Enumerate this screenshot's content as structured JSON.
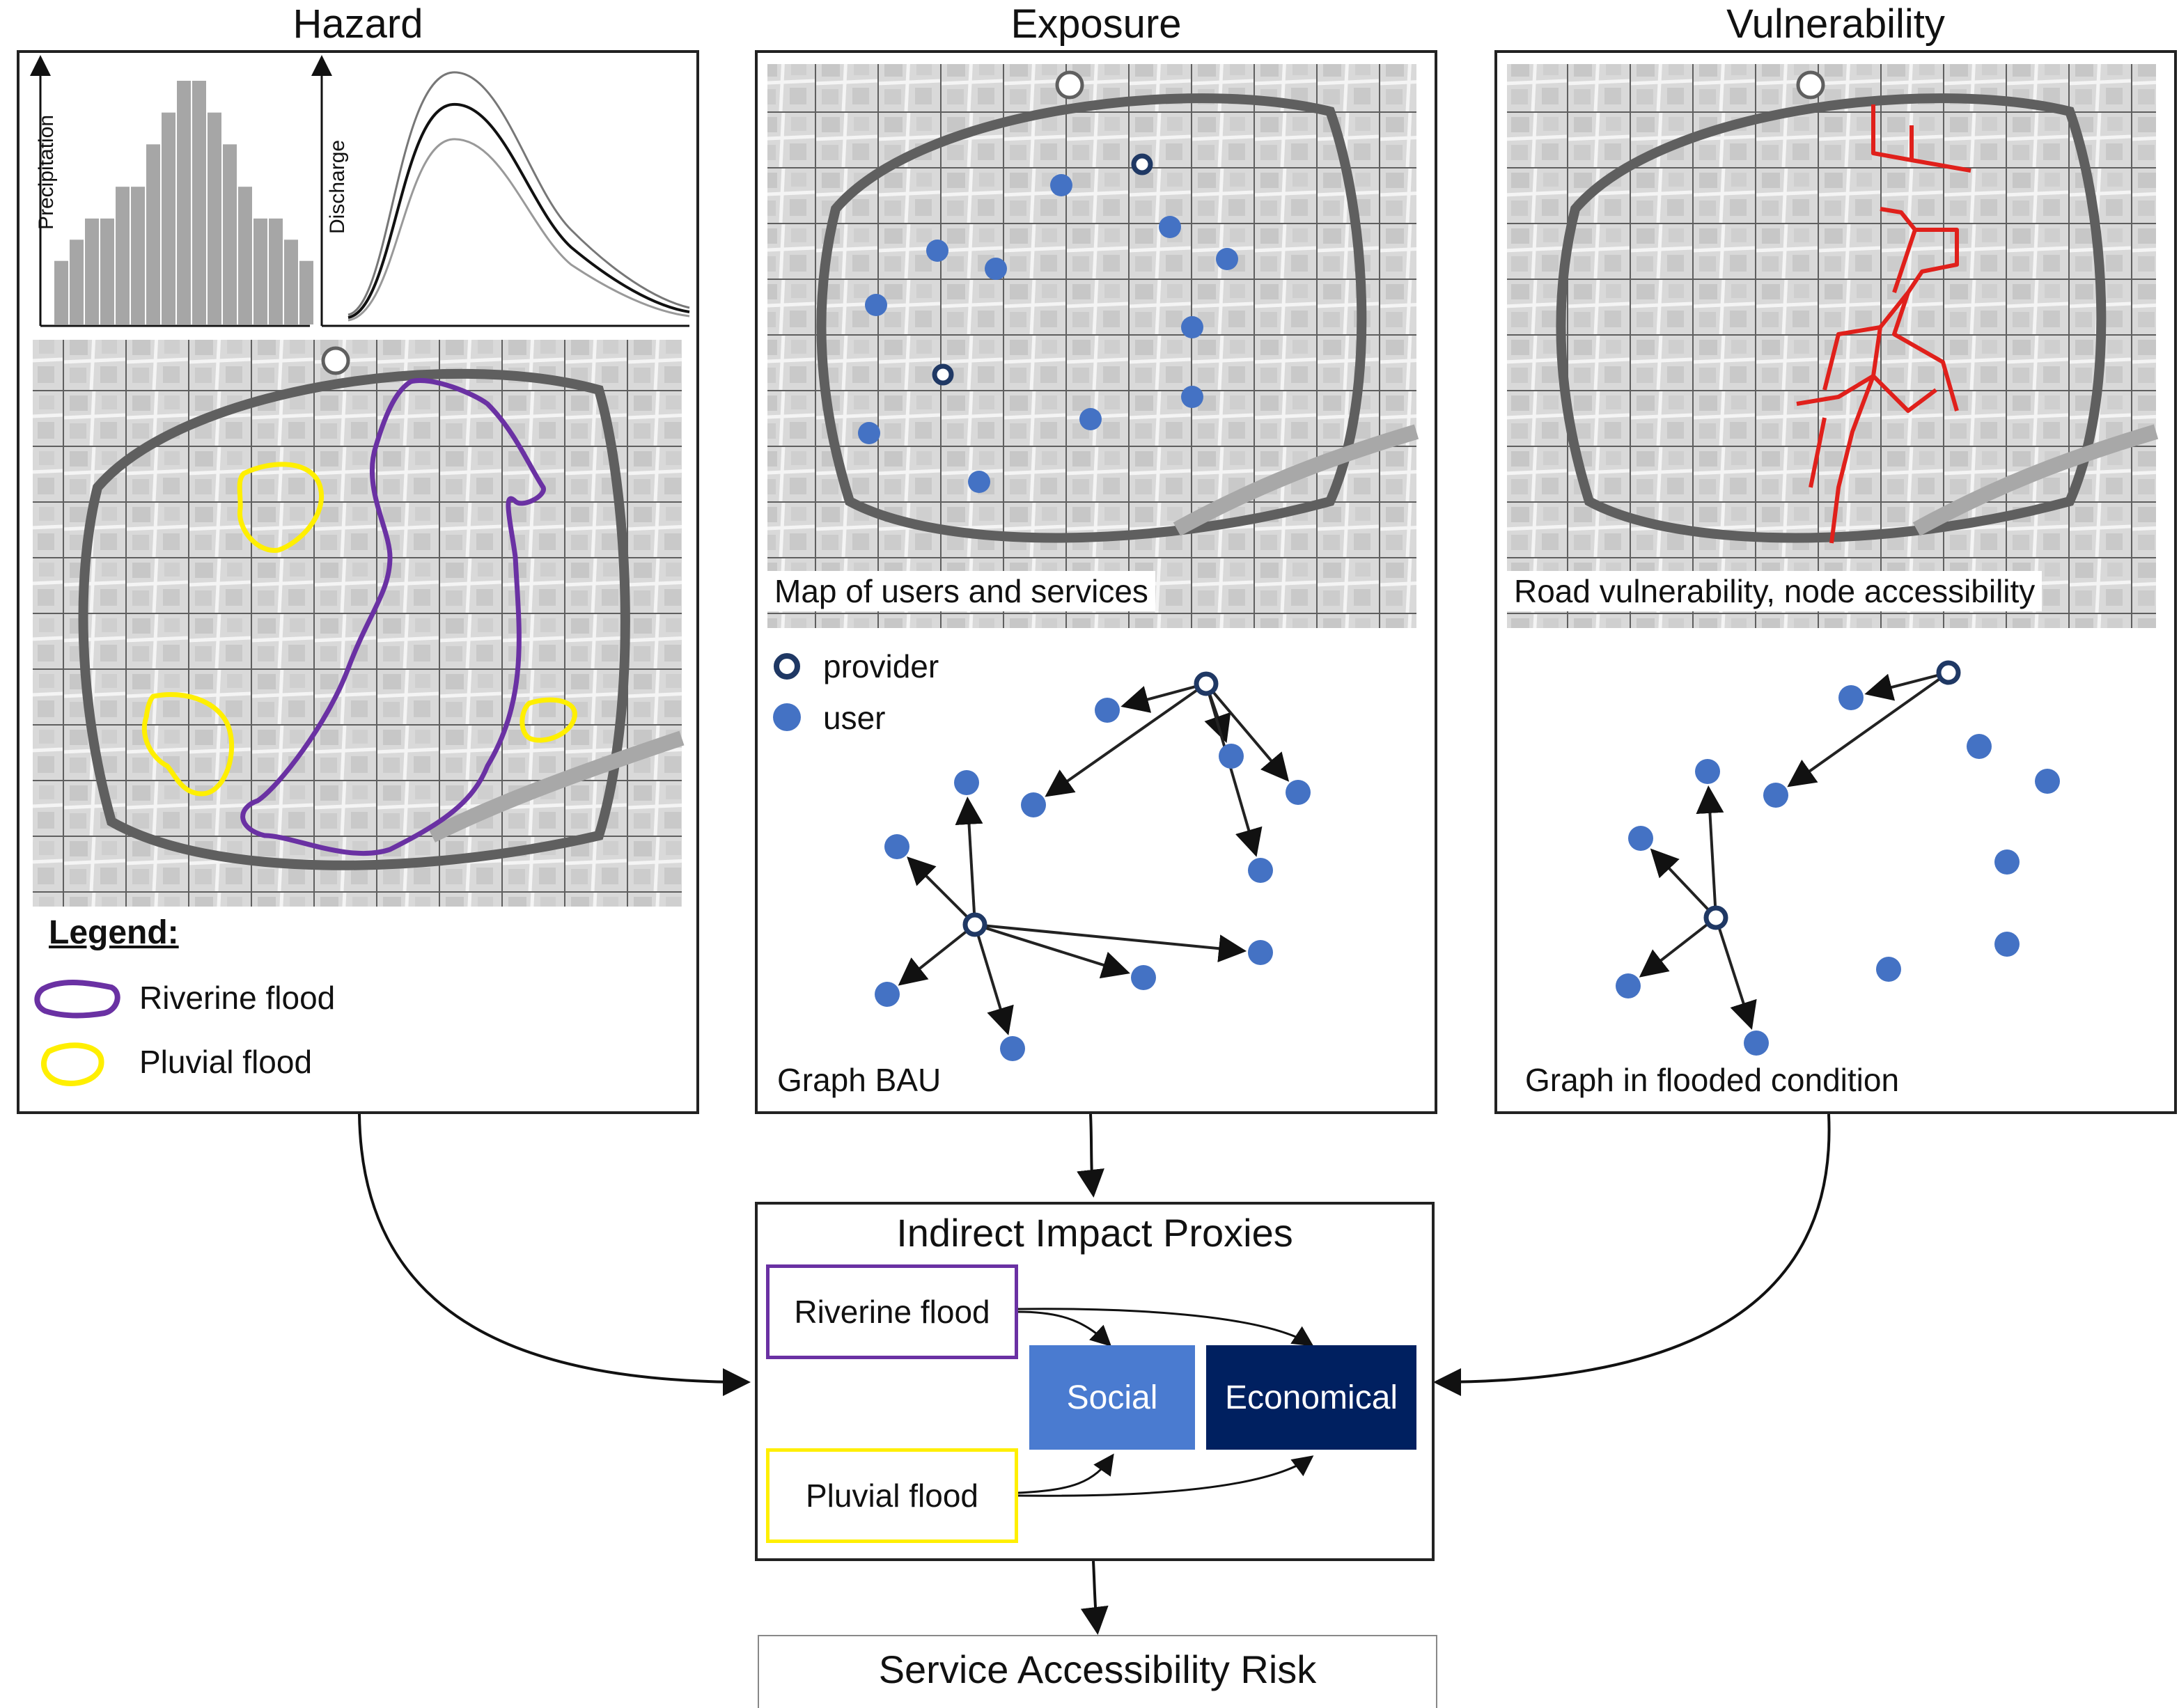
{
  "colors": {
    "riverine": "#6a31a3",
    "pluvial": "#ffef00",
    "user": "#4472c4",
    "provider": "#1f3864",
    "vulnerable_road": "#e0201b",
    "social": "#4a7bd0",
    "economical": "#002060",
    "map_bg": "#d9d9d9",
    "map_road": "#5f5f5f"
  },
  "hazard": {
    "title": "Hazard",
    "precip_axis": "Precipitation",
    "discharge_axis": "Discharge",
    "hyetograph_bars": [
      6,
      8,
      10,
      10,
      13,
      13,
      17,
      20,
      23,
      23,
      20,
      17,
      13,
      10,
      10,
      8,
      6
    ],
    "legend_title": "Legend:",
    "legend_riverine": "Riverine flood",
    "legend_pluvial": "Pluvial flood"
  },
  "exposure": {
    "title": "Exposure",
    "map_caption": "Map of users and services",
    "legend_provider": "provider",
    "legend_user": "user",
    "graph_caption": "Graph BAU"
  },
  "vulnerability": {
    "title": "Vulnerability",
    "map_caption": "Road vulnerability, node accessibility",
    "graph_caption": "Graph in flooded condition"
  },
  "proxies": {
    "title": "Indirect Impact Proxies",
    "riverine": "Riverine flood",
    "pluvial": "Pluvial flood",
    "social": "Social",
    "economical": "Economical"
  },
  "risk": {
    "title": "Service Accessibility Risk"
  }
}
